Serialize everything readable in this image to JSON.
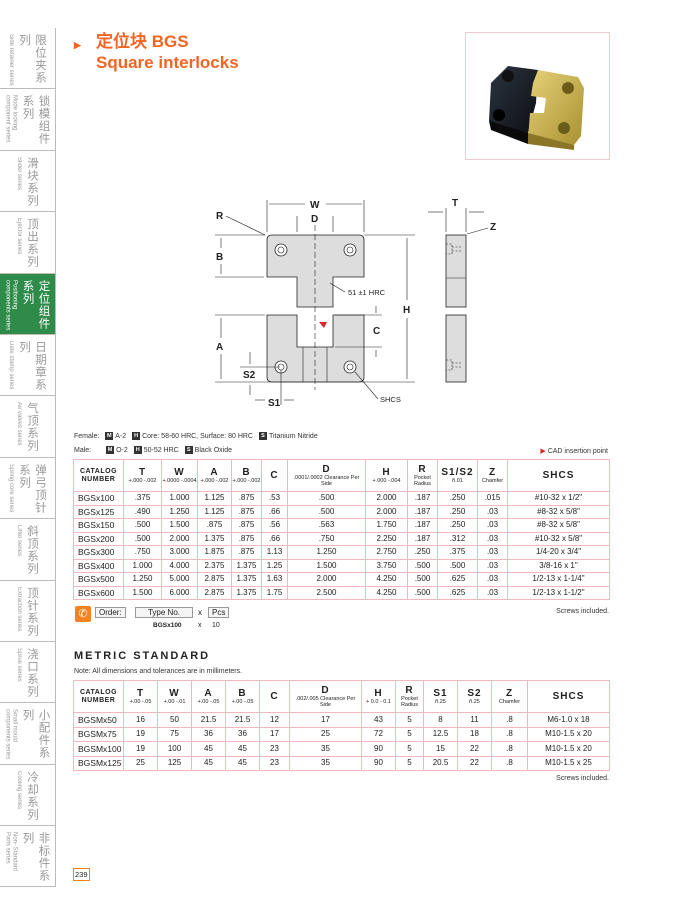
{
  "sidebar": {
    "items": [
      {
        "cn": "限位夹系列",
        "en": "Side retainer series"
      },
      {
        "cn": "锁模组件系列",
        "en": "Mode locking component series"
      },
      {
        "cn": "滑块系列",
        "en": "Slider series"
      },
      {
        "cn": "顶出系列",
        "en": "Ejector series"
      },
      {
        "cn": "定位组件系列",
        "en": "Positioning components series",
        "active": true
      },
      {
        "cn": "日期章系列",
        "en": "Date stamp series"
      },
      {
        "cn": "气顶系列",
        "en": "Air valves series"
      },
      {
        "cn": "弹弓顶针系列",
        "en": "Spring core series"
      },
      {
        "cn": "斜顶系列",
        "en": "Lifter series"
      },
      {
        "cn": "顶针系列",
        "en": "Extraction series"
      },
      {
        "cn": "浇口系列",
        "en": "Sprue series"
      },
      {
        "cn": "小配件系列",
        "en": "Small mould components series"
      },
      {
        "cn": "冷却系列",
        "en": "Cooling series"
      },
      {
        "cn": "非标件系列",
        "en": "Non- Standard Parts series"
      }
    ]
  },
  "colors": {
    "accent": "#f26522",
    "sidebar_active": "#2e8b4a",
    "table_border": "#f0b8c0",
    "cad_marker": "#d62a2a"
  },
  "title": {
    "line1": "定位块 BGS",
    "line2": "Square interlocks"
  },
  "drawing": {
    "labels": {
      "W": "W",
      "D": "D",
      "R": "R",
      "B": "B",
      "H": "H",
      "hrc": "51 ±1 HRC",
      "C": "C",
      "A": "A",
      "S2": "S2",
      "S1": "S1",
      "SHCS": "SHCS",
      "T": "T",
      "Z": "Z"
    }
  },
  "materials": {
    "female_label": "Female:",
    "female": [
      {
        "k": "M",
        "v": "A-2"
      },
      {
        "k": "H",
        "v": "Core: 58-60 HRC, Surface: 80 HRC"
      },
      {
        "k": "S",
        "v": "Titanium Nitride"
      }
    ],
    "male_label": "Male:",
    "male": [
      {
        "k": "M",
        "v": "O-2"
      },
      {
        "k": "H",
        "v": "50-52 HRC"
      },
      {
        "k": "S",
        "v": "Black Oxide"
      }
    ]
  },
  "cad_note": "CAD insertion point",
  "inch_table": {
    "headers": [
      {
        "h": "CATALOG NUMBER"
      },
      {
        "h": "T",
        "s": "+.000 -.002"
      },
      {
        "h": "W",
        "s": "+.0000 -.0004"
      },
      {
        "h": "A",
        "s": "+.000 -.002"
      },
      {
        "h": "B",
        "s": "+.000 -.002"
      },
      {
        "h": "C"
      },
      {
        "h": "D",
        "s": ".0001/.0002 Clearance Per Side"
      },
      {
        "h": "H",
        "s": "+.000 -.004"
      },
      {
        "h": "R",
        "s": "Pocket Radius"
      },
      {
        "h": "S1/S2",
        "s": "ñ.01"
      },
      {
        "h": "Z",
        "s": "Chamfer"
      },
      {
        "h": "SHCS"
      }
    ],
    "rows": [
      [
        "BGSx100",
        ".375",
        "1.000",
        "1.125",
        ".875",
        ".53",
        ".500",
        "2.000",
        ".187",
        ".250",
        ".015",
        "#10-32 x 1/2\""
      ],
      [
        "BGSx125",
        ".490",
        "1.250",
        "1.125",
        ".875",
        ".66",
        ".500",
        "2.000",
        ".187",
        ".250",
        ".03",
        "#8-32 x 5/8\""
      ],
      [
        "BGSx150",
        ".500",
        "1.500",
        ".875",
        ".875",
        ".56",
        ".563",
        "1.750",
        ".187",
        ".250",
        ".03",
        "#8-32 x 5/8\""
      ],
      [
        "BGSx200",
        ".500",
        "2.000",
        "1.375",
        ".875",
        ".66",
        ".750",
        "2.250",
        ".187",
        ".312",
        ".03",
        "#10-32 x 5/8\""
      ],
      [
        "BGSx300",
        ".750",
        "3.000",
        "1.875",
        ".875",
        "1.13",
        "1.250",
        "2.750",
        ".250",
        ".375",
        ".03",
        "1/4-20 x 3/4\""
      ],
      [
        "BGSx400",
        "1.000",
        "4.000",
        "2.375",
        "1.375",
        "1.25",
        "1.500",
        "3.750",
        ".500",
        ".500",
        ".03",
        "3/8-16 x 1\""
      ],
      [
        "BGSx500",
        "1.250",
        "5.000",
        "2.875",
        "1.375",
        "1.63",
        "2.000",
        "4.250",
        ".500",
        ".625",
        ".03",
        "1/2-13 x 1-1/4\""
      ],
      [
        "BGSx600",
        "1.500",
        "6.000",
        "2.875",
        "1.375",
        "1.75",
        "2.500",
        "4.250",
        ".500",
        ".625",
        ".03",
        "1/2-13 x 1-1/2\""
      ]
    ],
    "footnote": "Screws included."
  },
  "order": {
    "label": "Order:",
    "type_label": "Type No.",
    "x": "x",
    "pcs_label": "Pcs",
    "example_type": "BGSx100",
    "example_pcs": "10"
  },
  "metric": {
    "heading": "METRIC STANDARD",
    "note": "Note: All dimensions and tolerances are in millimeters.",
    "headers": [
      {
        "h": "CATALOG NUMBER"
      },
      {
        "h": "T",
        "s": "+.00 -.05"
      },
      {
        "h": "W",
        "s": "+.00 -.01"
      },
      {
        "h": "A",
        "s": "+.00 -.05"
      },
      {
        "h": "B",
        "s": "+.00 -.05"
      },
      {
        "h": "C"
      },
      {
        "h": "D",
        "s": ".002/.005 Clearance Per Side"
      },
      {
        "h": "H",
        "s": "+ 0.0 - 0.1"
      },
      {
        "h": "R",
        "s": "Pocket Radius"
      },
      {
        "h": "S1",
        "s": "ñ.25"
      },
      {
        "h": "S2",
        "s": "ñ.25"
      },
      {
        "h": "Z",
        "s": "Chamfer"
      },
      {
        "h": "SHCS"
      }
    ],
    "rows": [
      [
        "BGSMx50",
        "16",
        "50",
        "21.5",
        "21.5",
        "12",
        "17",
        "43",
        "5",
        "8",
        "11",
        ".8",
        "M6-1.0 x 18"
      ],
      [
        "BGSMx75",
        "19",
        "75",
        "36",
        "36",
        "17",
        "25",
        "72",
        "5",
        "12.5",
        "18",
        ".8",
        "M10-1.5 x 20"
      ],
      [
        "BGSMx100",
        "19",
        "100",
        "45",
        "45",
        "23",
        "35",
        "90",
        "5",
        "15",
        "22",
        ".8",
        "M10-1.5 x 20"
      ],
      [
        "BGSMx125",
        "25",
        "125",
        "45",
        "45",
        "23",
        "35",
        "90",
        "5",
        "20.5",
        "22",
        ".8",
        "M10-1.5 x 25"
      ]
    ],
    "footnote": "Screws included."
  },
  "page_number": "239"
}
